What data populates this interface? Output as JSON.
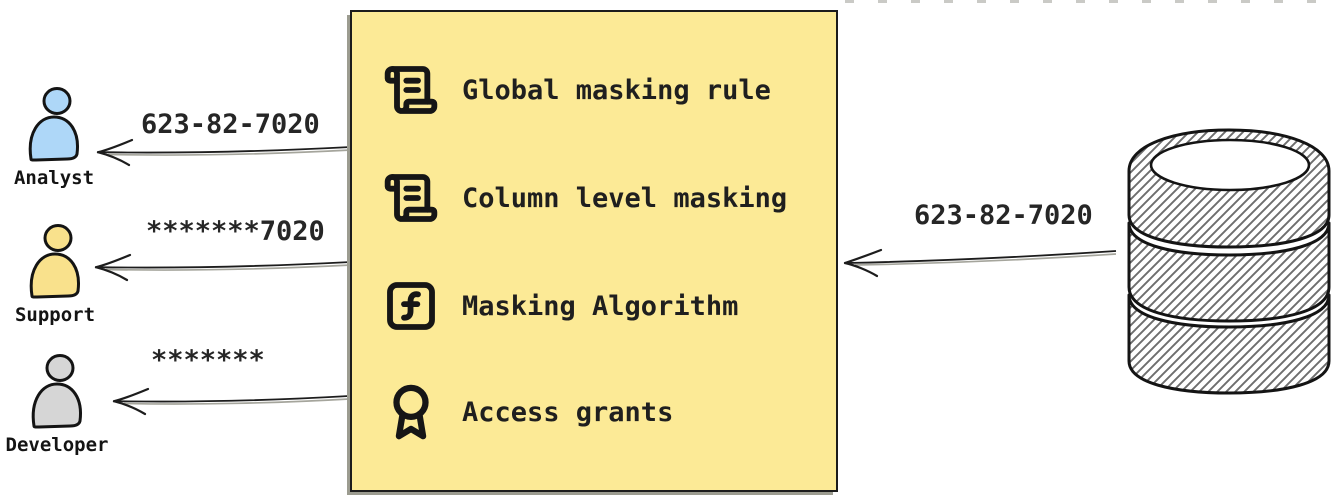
{
  "diagram_title": "data-masking-flow",
  "personas": [
    {
      "name": "Analyst",
      "received_value": "623-82-7020",
      "fill": "#aed7f8"
    },
    {
      "name": "Support",
      "received_value": "*******7020",
      "fill": "#f9e18c"
    },
    {
      "name": "Developer",
      "received_value": "*******",
      "fill": "#d6d6d6"
    }
  ],
  "masking_box": {
    "background": "#fcea96",
    "border_color": "#1c1c1c",
    "items": [
      {
        "icon": "scroll-icon",
        "label": "Global masking rule"
      },
      {
        "icon": "scroll-icon",
        "label": "Column level masking"
      },
      {
        "icon": "function-square-icon",
        "label": "Masking Algorithm"
      },
      {
        "icon": "award-icon",
        "label": "Access grants"
      }
    ]
  },
  "database_flow": {
    "icon": "database-icon",
    "outgoing_value": "623-82-7020"
  }
}
